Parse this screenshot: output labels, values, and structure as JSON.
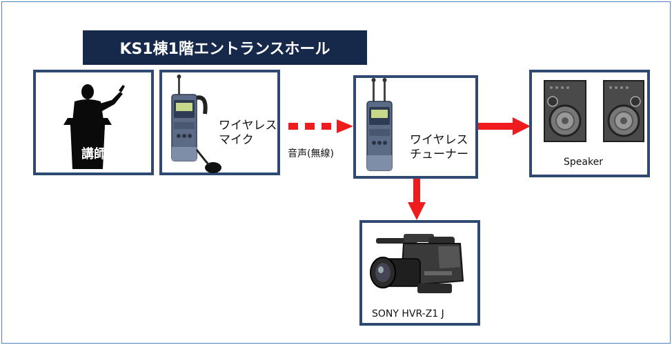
{
  "title": "KS1棟1階エントランスホール",
  "lecturer": {
    "label": "講師"
  },
  "wireless_mic": {
    "label": "ワイヤレス\nマイク"
  },
  "link_label": "音声(無線)",
  "wireless_tuner": {
    "label": "ワイヤレス\nチューナー"
  },
  "speaker": {
    "label": "Speaker"
  },
  "camera": {
    "label": "SONY HVR-Z1 J"
  },
  "colors": {
    "frame": "#4f81bd",
    "box_border": "#2e4a72",
    "title_bg": "#17294a",
    "arrow": "#ee1c1c"
  },
  "icons": [
    "lecturer-silhouette-icon",
    "wireless-transmitter-icon",
    "wireless-receiver-icon",
    "speaker-icon",
    "video-camera-icon"
  ]
}
